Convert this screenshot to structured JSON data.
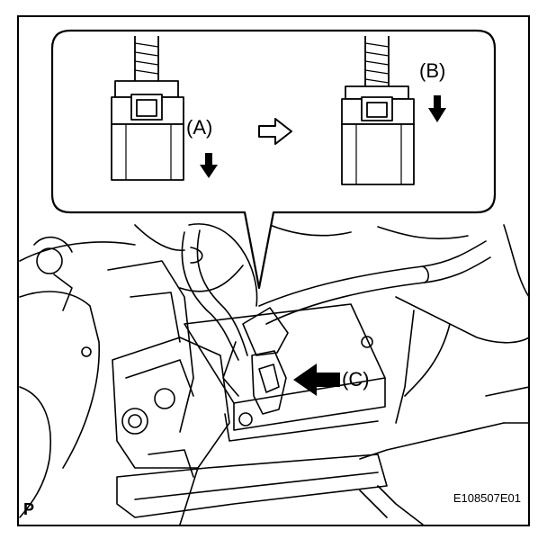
{
  "labels": {
    "a": "(A)",
    "b": "(B)",
    "c": "(C)"
  },
  "corner_mark": "P",
  "figure_id": "E108507E01",
  "colors": {
    "line": "#000000",
    "background": "#ffffff"
  }
}
